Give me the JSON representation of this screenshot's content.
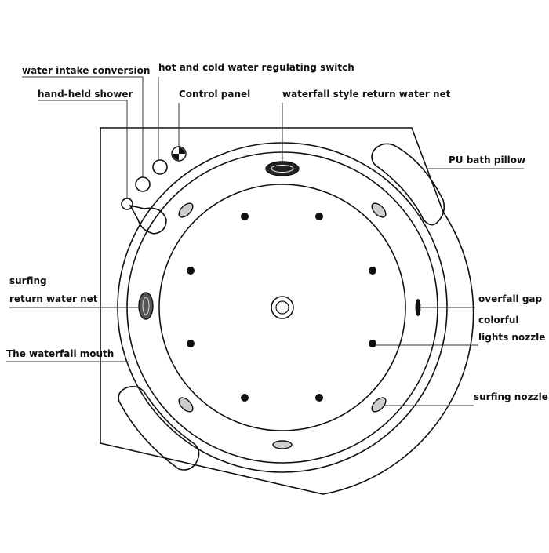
{
  "diagram": {
    "labels": {
      "water_intake_conversion": "water intake conversion",
      "hot_cold_switch": "hot and cold water regulating switch",
      "hand_held_shower": "hand-held shower",
      "control_panel": "Control panel",
      "waterfall_return_net": "waterfall style return water net",
      "pu_bath_pillow": "PU bath pillow",
      "surfing_return_net_line1": "surfing",
      "surfing_return_net_line2": "return water net",
      "overfall_gap": "overfall gap",
      "colorful_lights_line1": "colorful",
      "colorful_lights_line2": "lights nozzle",
      "waterfall_mouth": "The waterfall mouth",
      "surfing_nozzle": "surfing nozzle"
    }
  }
}
